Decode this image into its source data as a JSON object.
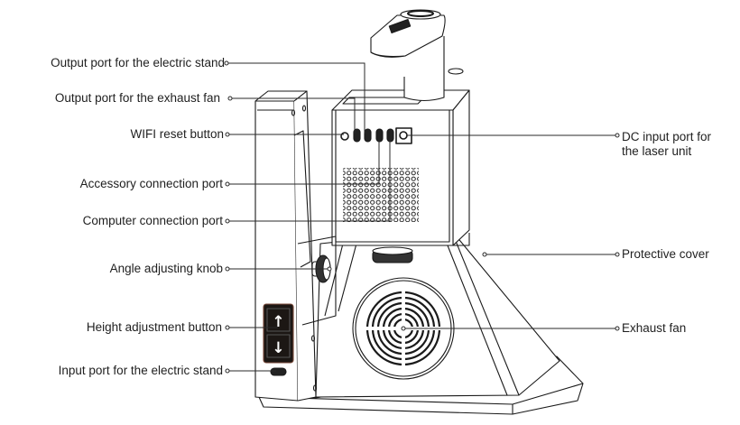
{
  "diagram": {
    "title": "Laser engraver device — rear view component labels",
    "left_labels": [
      {
        "id": "output-stand",
        "text": "Output port for the electric stand"
      },
      {
        "id": "output-fan",
        "text": "Output port for the exhaust fan"
      },
      {
        "id": "wifi-reset",
        "text": "WIFI reset button"
      },
      {
        "id": "accessory-port",
        "text": "Accessory connection port"
      },
      {
        "id": "computer-port",
        "text": "Computer connection port"
      },
      {
        "id": "angle-knob",
        "text": "Angle adjusting knob"
      },
      {
        "id": "height-button",
        "text": "Height adjustment button"
      },
      {
        "id": "input-stand",
        "text": "Input port for the electric stand"
      }
    ],
    "right_labels": [
      {
        "id": "dc-input",
        "line1": "DC input port for",
        "line2": "the laser unit"
      },
      {
        "id": "protective-cover",
        "text": "Protective cover"
      },
      {
        "id": "exhaust-fan",
        "text": "Exhaust fan"
      }
    ],
    "height_button_glyphs": {
      "up": "↑",
      "down": "↓"
    },
    "colors": {
      "line": "#1a1a1a",
      "button_panel": "#1c1714",
      "button_border": "#7a4a3a"
    }
  }
}
